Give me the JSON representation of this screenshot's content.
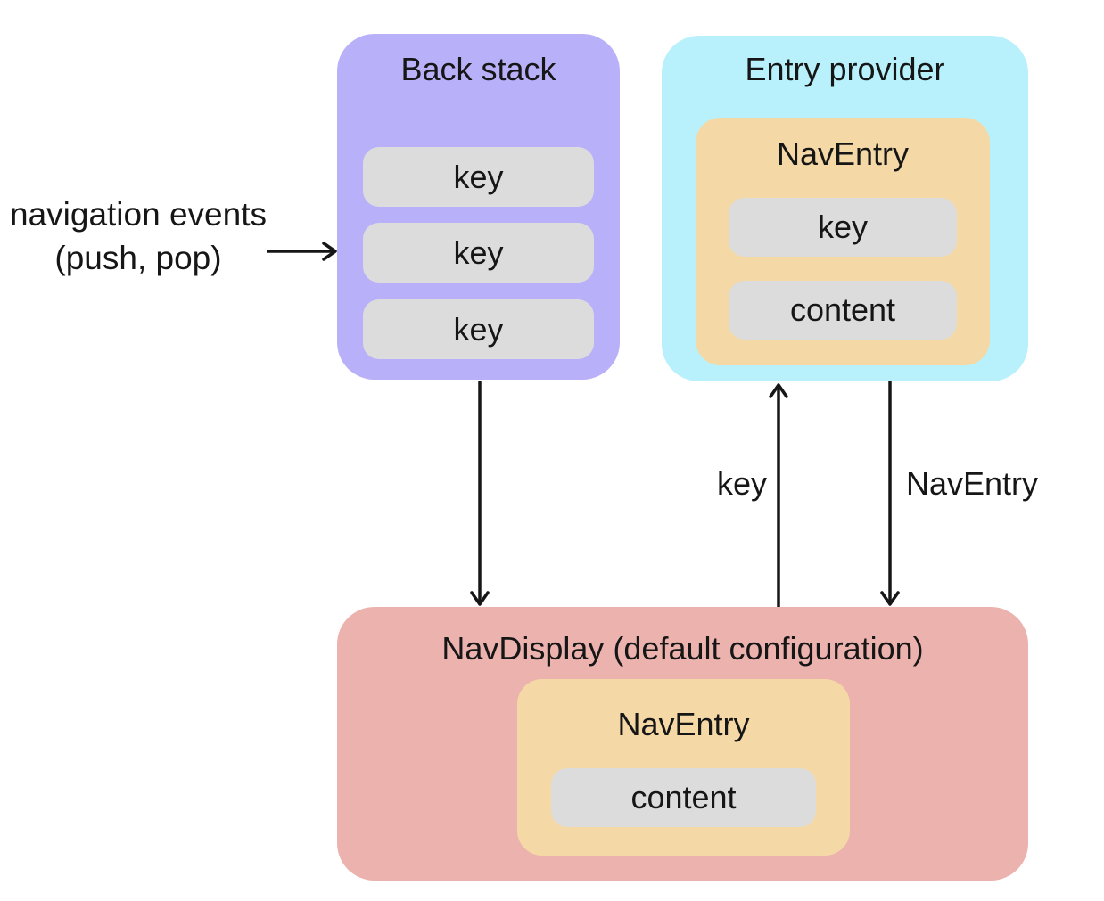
{
  "diagram": {
    "back_stack": {
      "title": "Back stack",
      "keys": [
        "key",
        "key",
        "key"
      ]
    },
    "entry_provider": {
      "title": "Entry provider",
      "nav_entry": {
        "title": "NavEntry",
        "key_label": "key",
        "content_label": "content"
      }
    },
    "nav_display": {
      "title": "NavDisplay (default configuration)",
      "nav_entry": {
        "title": "NavEntry",
        "content_label": "content"
      }
    },
    "labels": {
      "navigation_events_line1": "navigation events",
      "navigation_events_line2": "(push, pop)",
      "key_arrow": "key",
      "nav_entry_arrow": "NavEntry"
    },
    "colors": {
      "purple": "#b8b0f9",
      "cyan": "#b8f1fb",
      "orange": "#f4d9a6",
      "pink": "#ecb2ae",
      "gray": "#dcdcdc",
      "arrow": "#161616"
    }
  }
}
